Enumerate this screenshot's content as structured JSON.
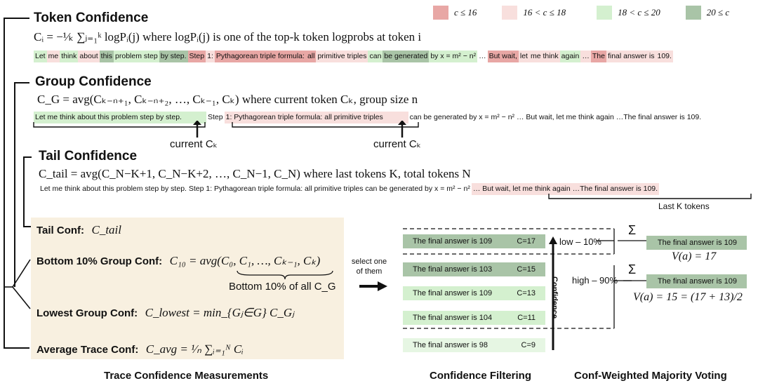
{
  "legend": [
    {
      "label": "c ≤ 16",
      "color": "#e8a7a5"
    },
    {
      "label": "16 < c ≤ 18",
      "color": "#f8dfdd"
    },
    {
      "label": "18 < c ≤ 20",
      "color": "#d4f0cf"
    },
    {
      "label": "20 ≤ c",
      "color": "#a9c4a7"
    }
  ],
  "token": {
    "title": "Token Confidence",
    "formula": "Cᵢ = −¹⁄ₖ ∑ⱼ₌₁ᵏ logPᵢ(j) where logPᵢ(j) is one of the top-k token logprobs at token i",
    "tokens": [
      {
        "t": "Let",
        "c": "c3"
      },
      {
        "t": "me",
        "c": "c2"
      },
      {
        "t": "think",
        "c": "c3"
      },
      {
        "t": "about",
        "c": "c2"
      },
      {
        "t": "this",
        "c": "c4"
      },
      {
        "t": "problem step",
        "c": "c3"
      },
      {
        "t": "by step.",
        "c": "c4"
      },
      {
        "t": "Step",
        "c": "c1"
      },
      {
        "t": "1:",
        "c": "c2"
      },
      {
        "t": "Pythagorean triple formula:",
        "c": "c1"
      },
      {
        "t": "all",
        "c": "c1"
      },
      {
        "t": "primitive triples",
        "c": "c2"
      },
      {
        "t": "can",
        "c": "c3"
      },
      {
        "t": "be generated",
        "c": "c4"
      },
      {
        "t": "by x = m² − n²",
        "c": "c3"
      },
      {
        "t": "…",
        "c": ""
      },
      {
        "t": "But wait,",
        "c": "c1"
      },
      {
        "t": "let",
        "c": "c2"
      },
      {
        "t": "me think",
        "c": "c2"
      },
      {
        "t": "again",
        "c": "c3"
      },
      {
        "t": "…",
        "c": "c2"
      },
      {
        "t": "The",
        "c": "c1"
      },
      {
        "t": "final answer is",
        "c": "c2"
      },
      {
        "t": "109.",
        "c": "c2"
      }
    ]
  },
  "group": {
    "title": "Group Confidence",
    "formula": "C_G = avg(Cₖ₋ₙ₊₁, Cₖ₋ₙ₊₂, …, Cₖ₋₁, Cₖ) where current token Cₖ, group size n",
    "seg1": "Let me think about this problem step by step.",
    "seg2": "Step",
    "seg3": "1: Pythagorean triple formula: all primitive triples",
    "seg4": "can be generated by x = m² − n² … But wait, let me think again …The final answer is 109.",
    "current_label_1": "current Cₖ",
    "current_label_2": "current  Cₖ"
  },
  "tail": {
    "title": "Tail Confidence",
    "formula": "C_tail = avg(C_N−K+1, C_N−K+2, …, C_N−1, C_N) where last tokens K, total tokens N",
    "seg1": "Let me think about this problem step by step. Step 1: Pythagorean triple formula: all primitive triples can be generated by x = m² − n²",
    "seg2": "… But wait, let me think again …The final answer is 109.",
    "brace_label": "Last K tokens"
  },
  "measurements": {
    "tail_conf": "Tail Conf:",
    "tail_formula": "C_tail",
    "bottom_conf": "Bottom 10% Group Conf:",
    "bottom_formula": "C₁₀ = avg(C₀, C₁, …, Cₖ₋₁, Cₖ)",
    "bottom_note": "Bottom 10% of all C_G",
    "lowest_conf": "Lowest Group Conf:",
    "lowest_formula": "C_lowest = min_{Gⱼ∈G} C_Gⱼ",
    "average_conf": "Average Trace Conf:",
    "average_formula": "C_avg = ¹⁄ₙ ∑ᵢ₌₁ᴺ Cᵢ",
    "footer": "Trace Confidence Measurements"
  },
  "select_label": "select one of them",
  "filtering": {
    "answers": [
      {
        "text": "The final answer is 109",
        "conf": "C=17",
        "color": "#a9c4a7"
      },
      {
        "text": "The final answer is 103",
        "conf": "C=15",
        "color": "#a9c4a7"
      },
      {
        "text": "The final answer is 109",
        "conf": "C=13",
        "color": "#d4f0cf"
      },
      {
        "text": "The final answer is 104",
        "conf": "C=11",
        "color": "#d4f0cf"
      },
      {
        "text": "The final answer is 98",
        "conf": "C=9",
        "color": "#e6f6e3"
      }
    ],
    "axis_label": "Confidence",
    "low_label": "low – 10%",
    "high_label": "high – 90%",
    "footer": "Confidence Filtering"
  },
  "voting": {
    "sigma": "Σ",
    "low_answer": "The final answer is 109",
    "low_vote": "V(a) = 17",
    "high_answer": "The final answer is 109",
    "high_vote": "V(a) = 15 = (17 + 13)/2",
    "footer": "Conf-Weighted Majority Voting"
  }
}
